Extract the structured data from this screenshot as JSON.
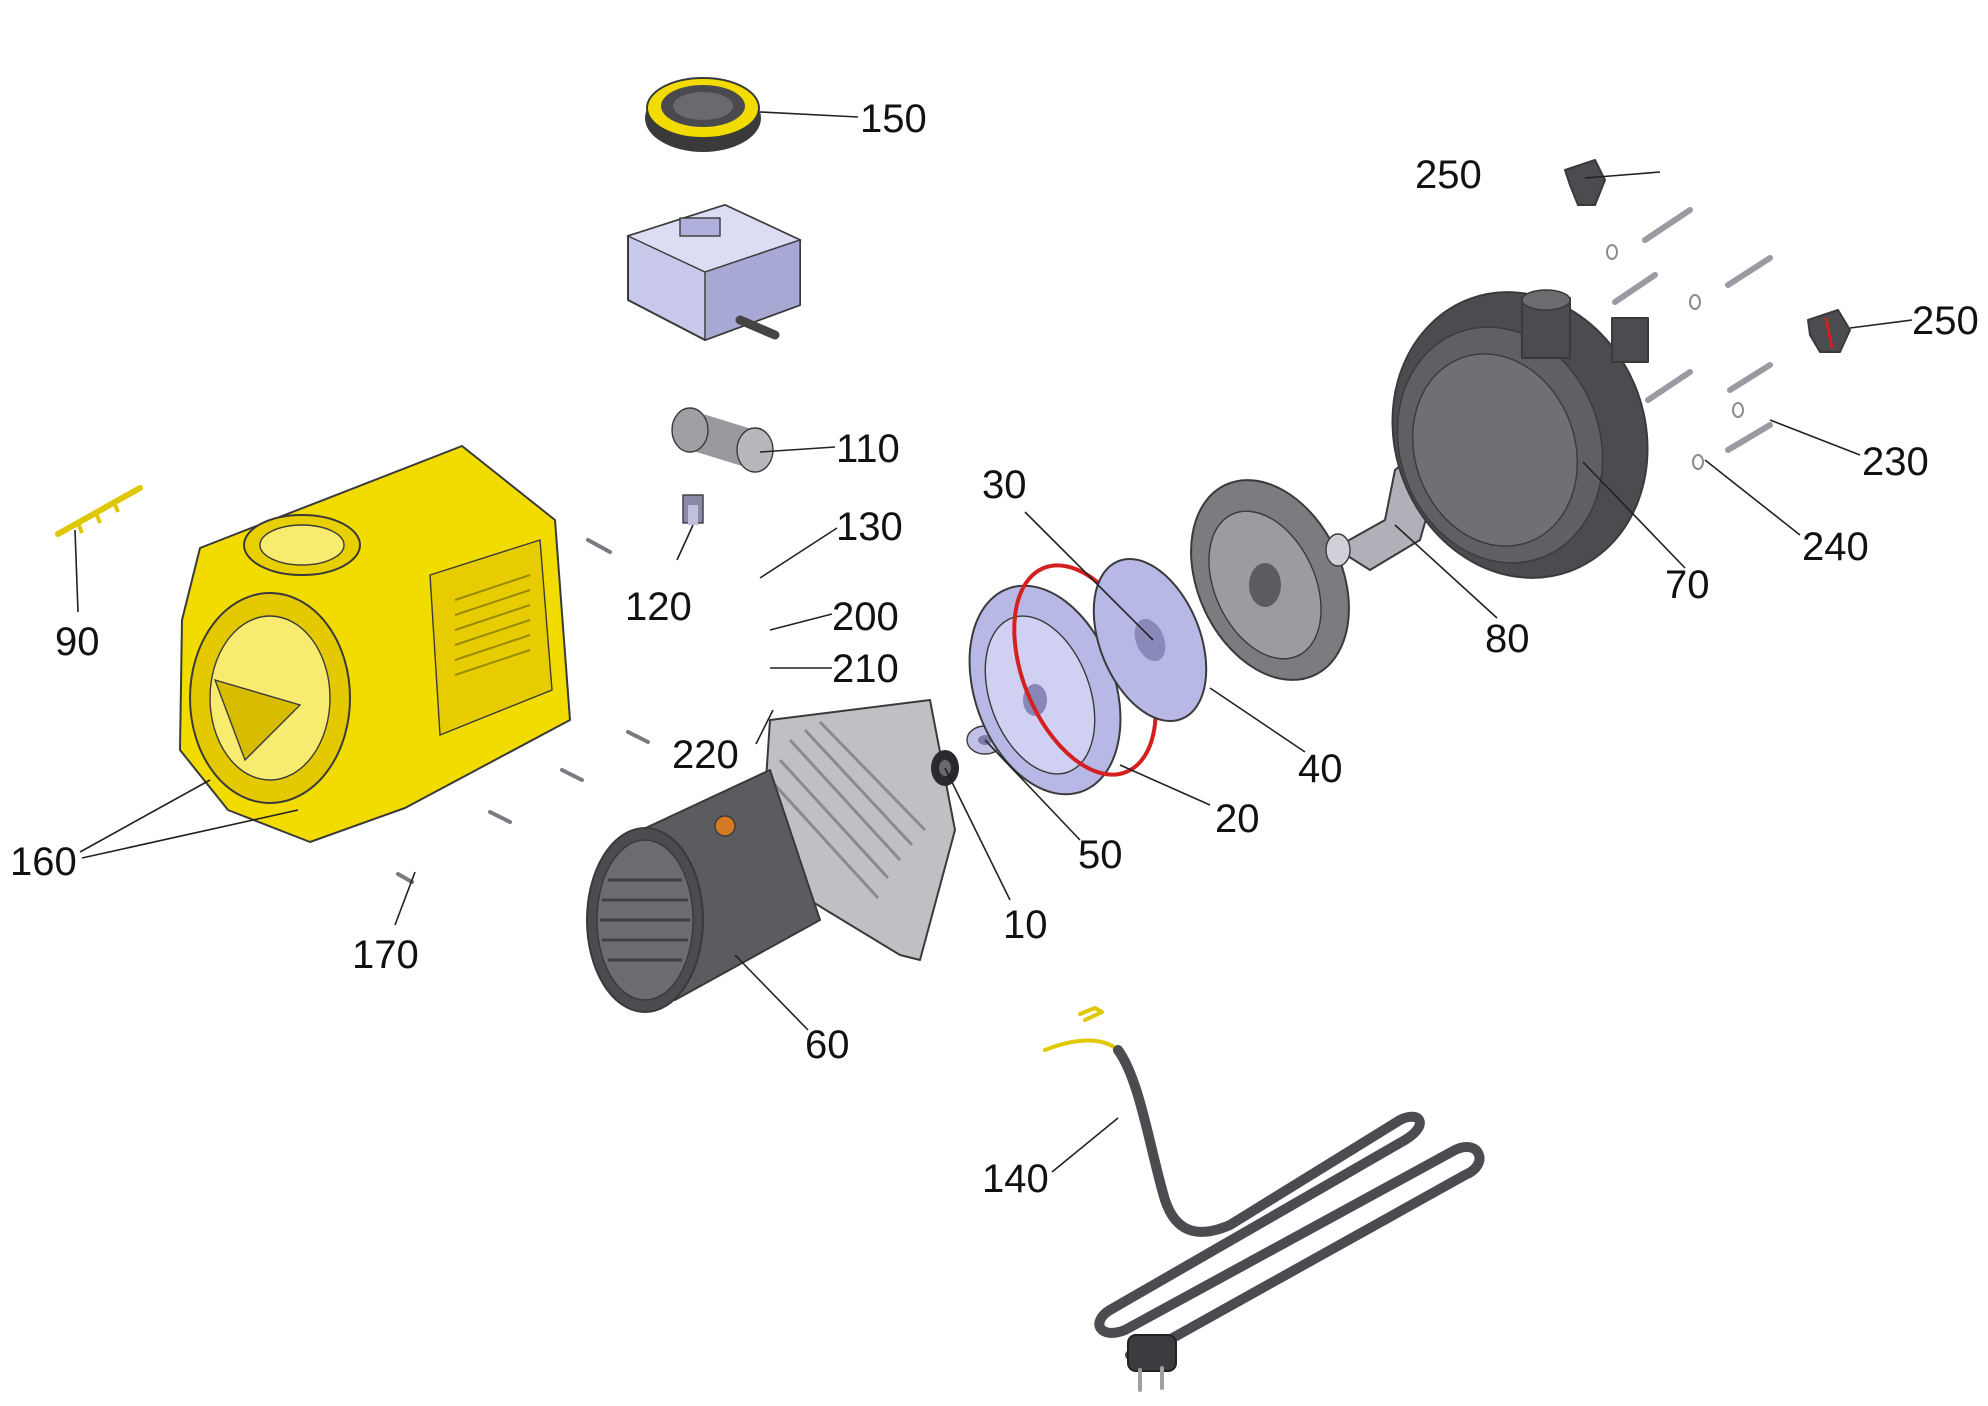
{
  "diagram": {
    "callouts": {
      "c10": "10",
      "c20": "20",
      "c30": "30",
      "c40": "40",
      "c50": "50",
      "c60": "60",
      "c70": "70",
      "c80": "80",
      "c90": "90",
      "c110": "110",
      "c120": "120",
      "c130": "130",
      "c140": "140",
      "c150": "150",
      "c160": "160",
      "c170": "170",
      "c200": "200",
      "c210": "210",
      "c220": "220",
      "c230": "230",
      "c240": "240",
      "c250a": "250",
      "c250b": "250"
    }
  },
  "colors": {
    "housing_yellow": "#f2dc00",
    "motor_gray": "#5a5c60",
    "pump_dark": "#4a4c50",
    "switch_lavender": "#c8c8ea",
    "impeller_lavender": "#b8b8e6",
    "oring_red": "#d42020",
    "copper": "#d47a22",
    "screw_gray": "#8c8c92"
  }
}
